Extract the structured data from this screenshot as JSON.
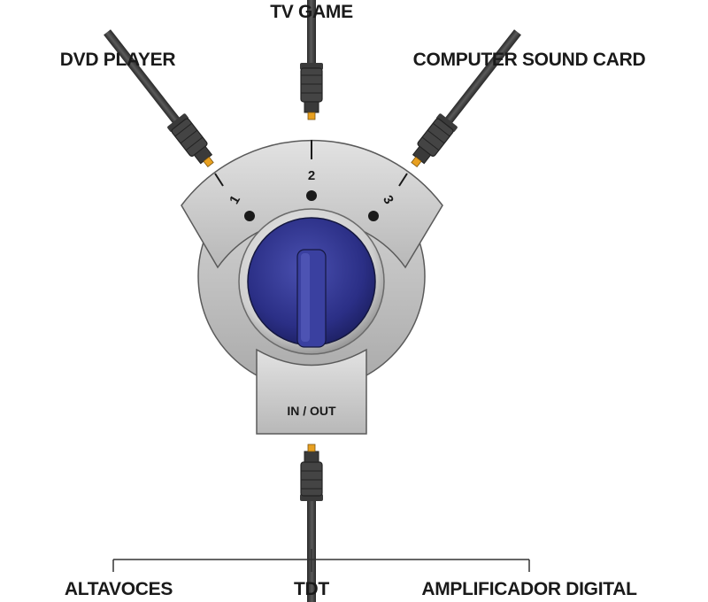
{
  "labels": {
    "tv_game": "TV GAME",
    "dvd_player": "DVD PLAYER",
    "computer_sound_card": "COMPUTER SOUND CARD",
    "in_out": "IN / OUT",
    "altavoces": "ALTAVOCES",
    "tdt": "TDT",
    "amplificador_digital": "AMPLIFICADOR DIGITAL"
  },
  "ports": {
    "port_1": "1",
    "port_2": "2",
    "port_3": "3"
  },
  "colors": {
    "body_grey": "#c9c9c9",
    "knob_blue": "#2b2f86",
    "cable_dark": "#3a3a3a",
    "connector_tip": "#e8a020"
  }
}
